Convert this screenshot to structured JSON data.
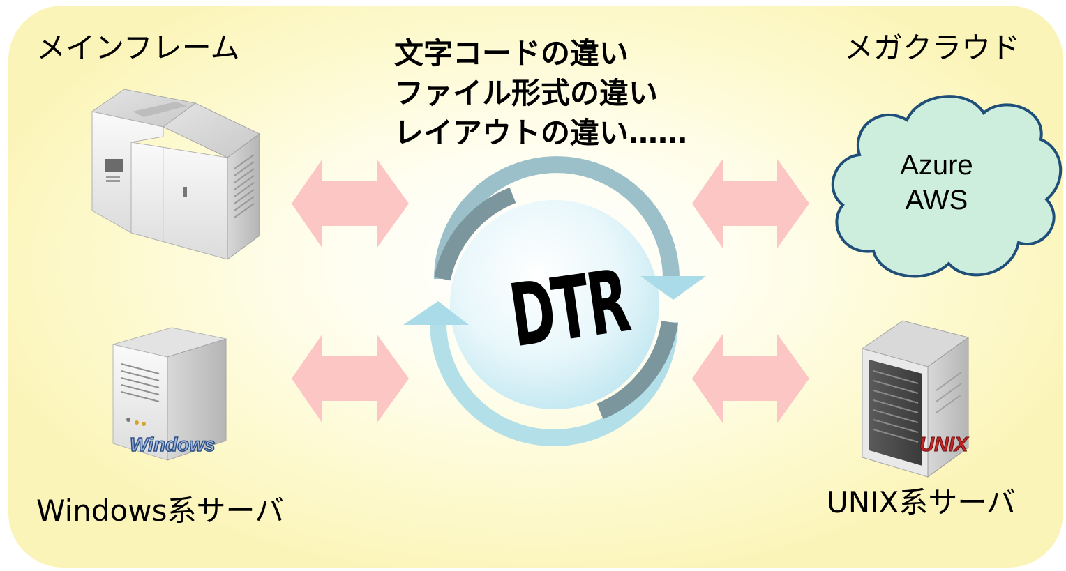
{
  "labels": {
    "mainframe": "メインフレーム",
    "cloud_name": "メガクラウド",
    "windows_server": "Windows系サーバ",
    "unix_server": "UNIX系サーバ"
  },
  "differences": [
    "文字コードの違い",
    "ファイル形式の違い",
    "レイアウトの違い……"
  ],
  "cloud": {
    "line1": "Azure",
    "line2": "AWS"
  },
  "center": {
    "label": "DTR"
  },
  "badges": {
    "windows": "Windows",
    "unix": "UNIX"
  },
  "icons": {
    "mainframe": "mainframe-server-icon",
    "windows": "tower-server-icon",
    "unix": "rack-server-icon",
    "cloud": "cloud-icon",
    "cycle": "cycle-arrows-icon",
    "arrows": "double-headed-arrow-icon"
  },
  "colors": {
    "panel": "#fbf4b8",
    "arrow": "#fbc6c4",
    "cloud_fill": "#cdeedc",
    "cloud_stroke": "#1f4e79",
    "cycle_light": "#a9dbe8",
    "cycle_dark": "#7c969e"
  }
}
